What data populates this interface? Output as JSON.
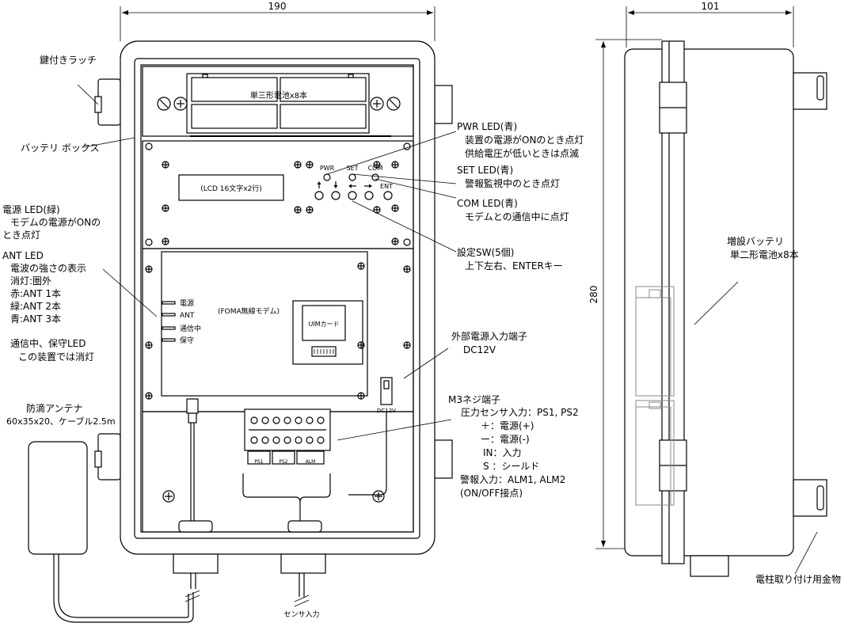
{
  "dims": {
    "width": "190",
    "depth": "101",
    "height": "280"
  },
  "battery_box_label": "単三形電池x8本",
  "lcd_label": "(LCD 16文字x2行)",
  "led_labels": {
    "pwr": "PWR",
    "set": "SET",
    "com": "COM",
    "ent": "ENT"
  },
  "modem_label": "(FOMA無線モデム)",
  "uim_label": "UIMカード",
  "modem_leds": [
    "電源",
    "ANT",
    "通信中",
    "保守"
  ],
  "dc_label": "DC12V",
  "terminal_labels": [
    "PS1",
    "PS2",
    "ALM"
  ],
  "sensor_input": "センサ入力",
  "left_callouts": {
    "latch": "鍵付きラッチ",
    "battery_box": "バッテリ ボックス",
    "power_led": [
      "電源 LED(緑)",
      "モデムの電源がONの",
      "とき点灯"
    ],
    "ant_led": [
      "ANT LED",
      "電波の強さの表示",
      "消灯:圏外",
      "赤:ANT 1本",
      "緑:ANT 2本",
      "青:ANT 3本"
    ],
    "comm_led": [
      "通信中、保守LED",
      "この装置では消灯"
    ],
    "antenna": [
      "防滴アンテナ",
      "60x35x20、ケーブル2.5m"
    ]
  },
  "right_callouts": {
    "pwr_led": [
      "PWR LED(青)",
      "装置の電源がONのとき点灯",
      "供給電圧が低いときは点滅"
    ],
    "set_led": [
      "SET LED(青)",
      "警報監視中のとき点灯"
    ],
    "com_led": [
      "COM LED(青)",
      "モデムとの通信中に点灯"
    ],
    "switch": [
      "設定SW(5個)",
      "上下左右、ENTERキー"
    ],
    "ext_power": [
      "外部電源入力端子",
      "DC12V"
    ],
    "m3": [
      "M3ネジ端子",
      "圧力センサ入力：PS1, PS2",
      "＋：電源(+)",
      "ー：電源(-)",
      "IN：入力",
      "S ：シールド",
      "警報入力：ALM1, ALM2",
      "(ON/OFF接点)"
    ]
  },
  "side_callouts": {
    "extra_battery": [
      "増設バッテリ",
      "単二形電池x8本"
    ],
    "pole_bracket": "電柱取り付け用金物"
  }
}
